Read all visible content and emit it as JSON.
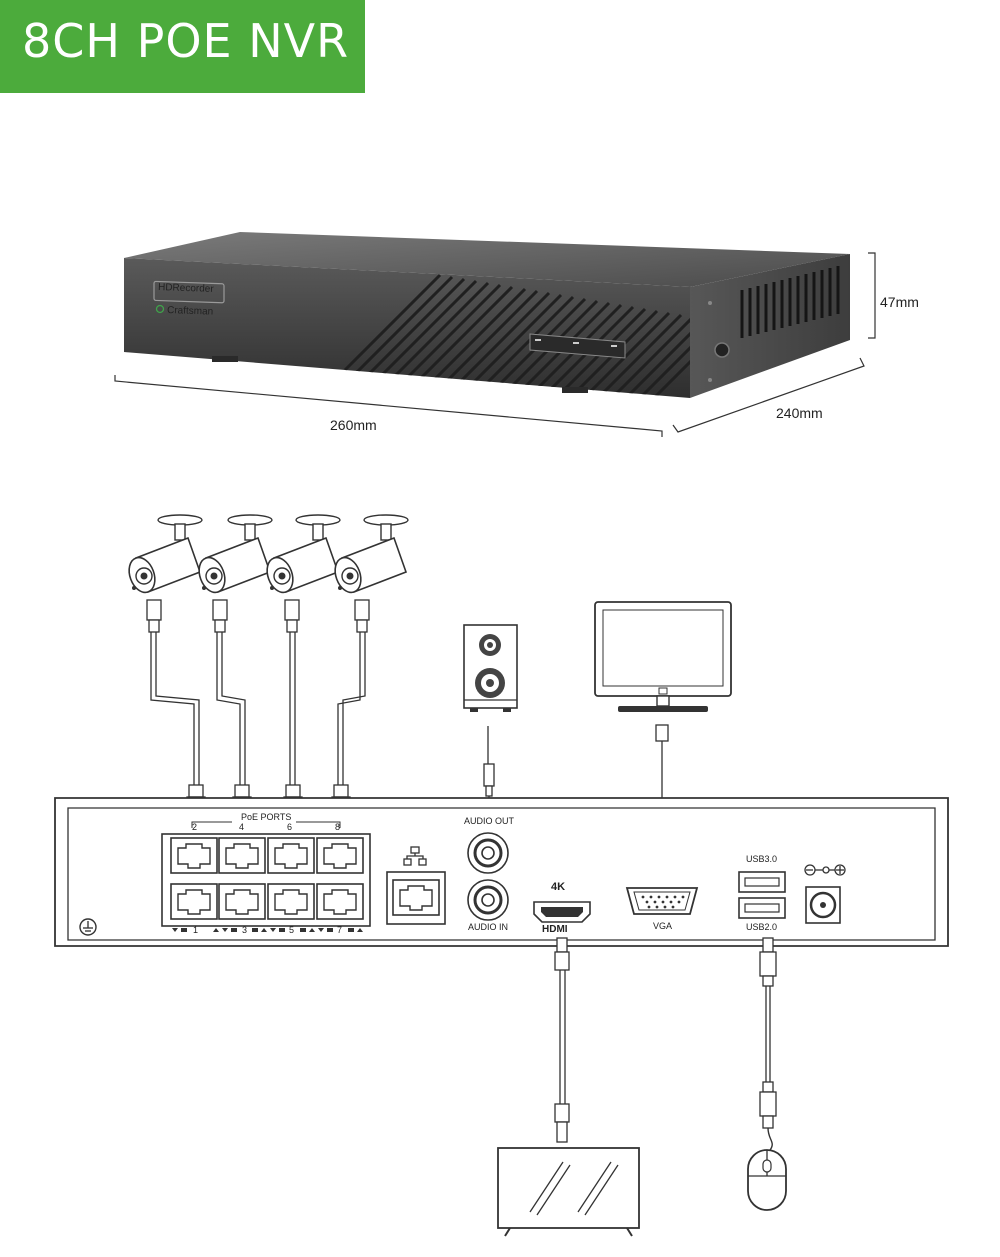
{
  "header": {
    "title": "8CH POE NVR"
  },
  "dimensions": {
    "height": "47mm",
    "width": "260mm",
    "depth": "240mm"
  },
  "front_panel": {
    "badge": "HDRecorder",
    "brand": "Craftsman"
  },
  "rear_panel": {
    "poe_ports_label": "PoE PORTS",
    "poe_top_numbers": [
      "2",
      "4",
      "6",
      "8"
    ],
    "poe_bottom_numbers": [
      "1",
      "3",
      "5",
      "7"
    ],
    "audio_out": "AUDIO OUT",
    "audio_in": "AUDIO IN",
    "hdmi_resolution": "4K",
    "hdmi": "HDMI",
    "vga": "VGA",
    "usb3": "USB3.0",
    "usb2": "USB2.0"
  },
  "colors": {
    "banner": "#4cab3c",
    "line": "#333333",
    "device_dark": "#3a3a3a"
  },
  "icons": [
    "camera-icon",
    "speaker-icon",
    "monitor-icon",
    "tv-icon",
    "mouse-icon",
    "network-icon",
    "ground-icon",
    "dc-polarity-icon"
  ]
}
